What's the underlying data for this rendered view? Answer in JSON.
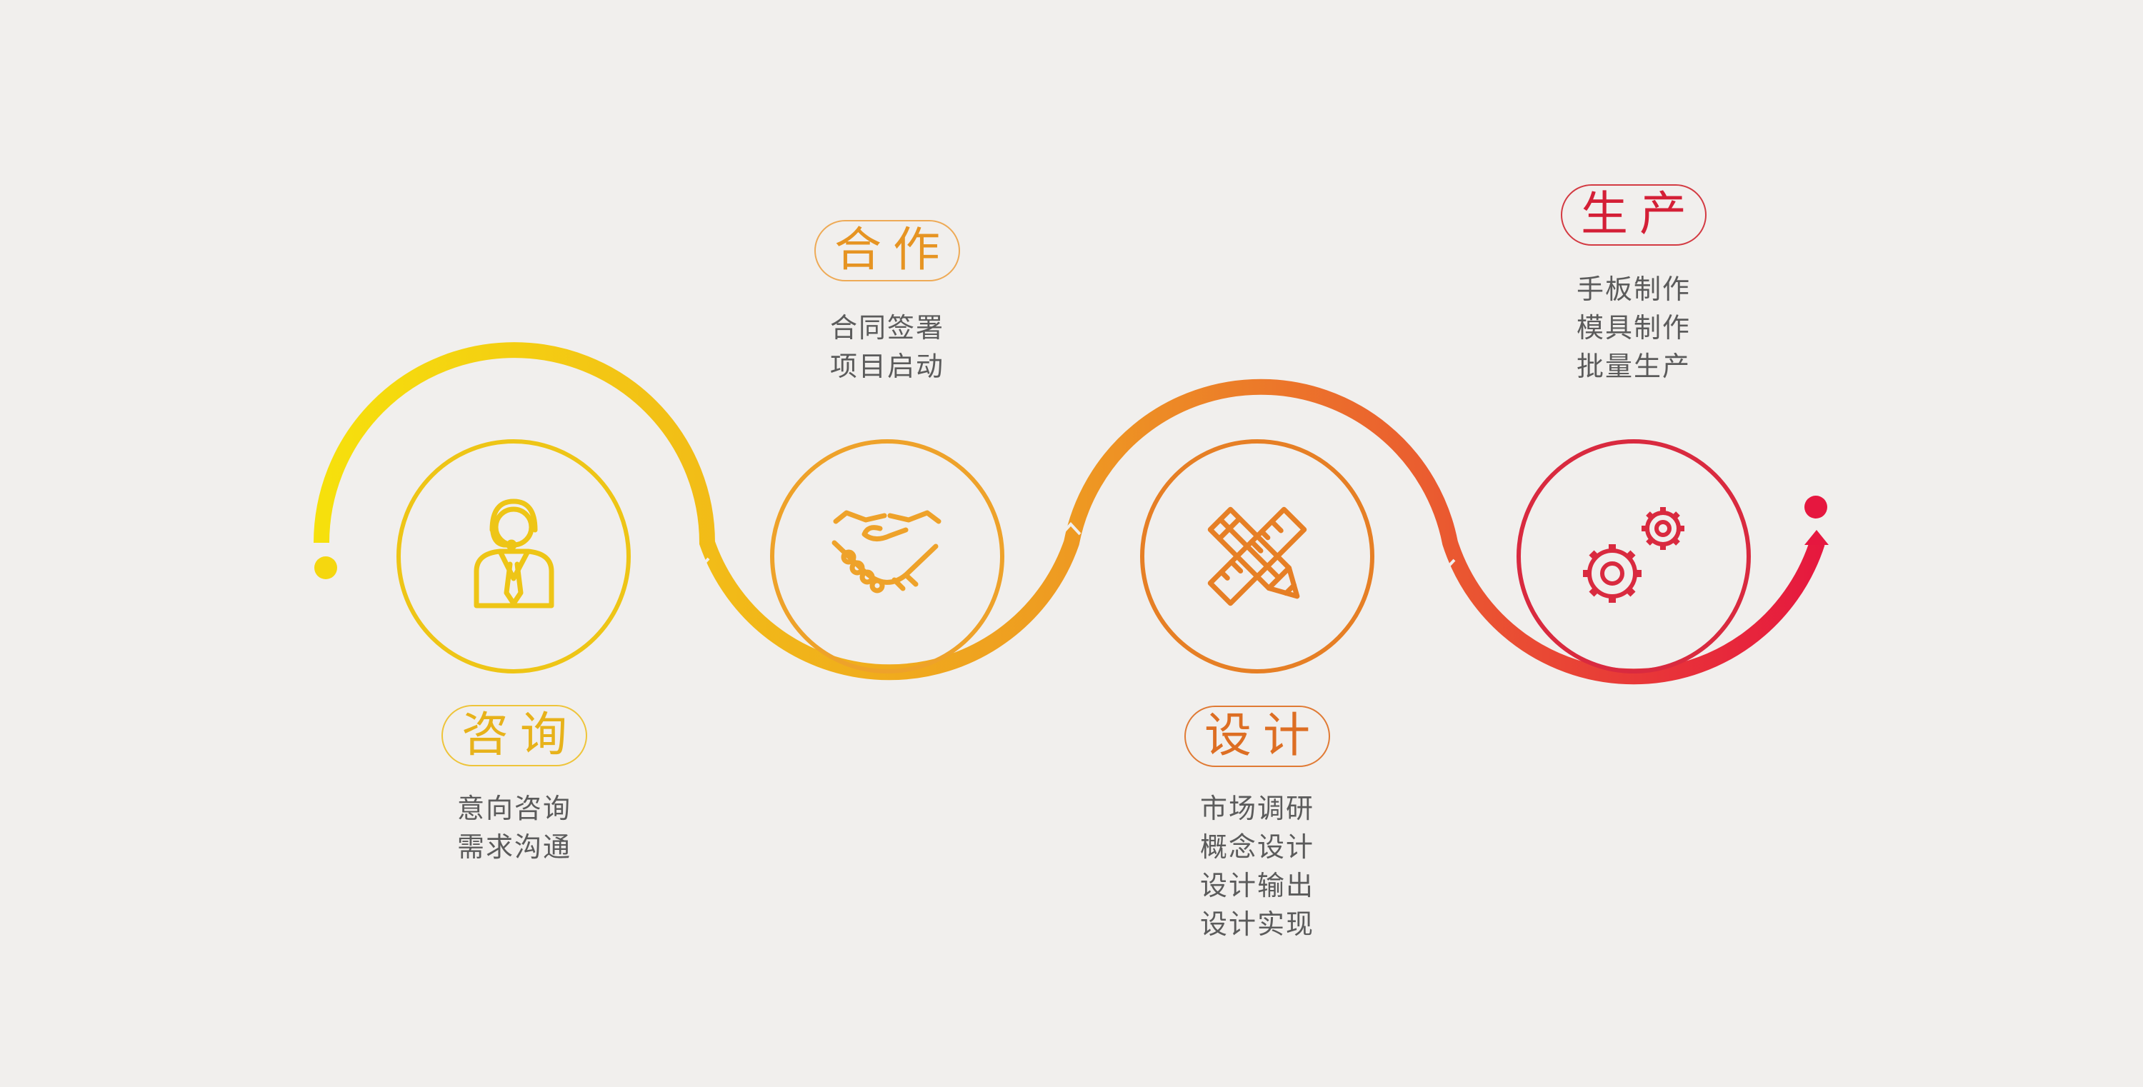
{
  "colors": {
    "background": "#f1efed",
    "gradient_start": "#f6e10c",
    "gradient_mid": "#ee9a22",
    "gradient_end": "#e6173f",
    "description_text": "#5b5b5b"
  },
  "steps": [
    {
      "title": "咨询",
      "icon": "customer-service-headset-icon",
      "color": "#eec516",
      "lines": [
        "意向咨询",
        "需求沟通"
      ]
    },
    {
      "title": "合作",
      "icon": "handshake-icon",
      "color": "#eea22a",
      "lines": [
        "合同签署",
        "项目启动"
      ]
    },
    {
      "title": "设计",
      "icon": "pencil-ruler-icon",
      "color": "#e67f25",
      "lines": [
        "市场调研",
        "概念设计",
        "设计输出",
        "设计实现"
      ]
    },
    {
      "title": "生产",
      "icon": "gears-icon",
      "color": "#d92a3f",
      "lines": [
        "手板制作",
        "模具制作",
        "批量生产"
      ]
    }
  ]
}
